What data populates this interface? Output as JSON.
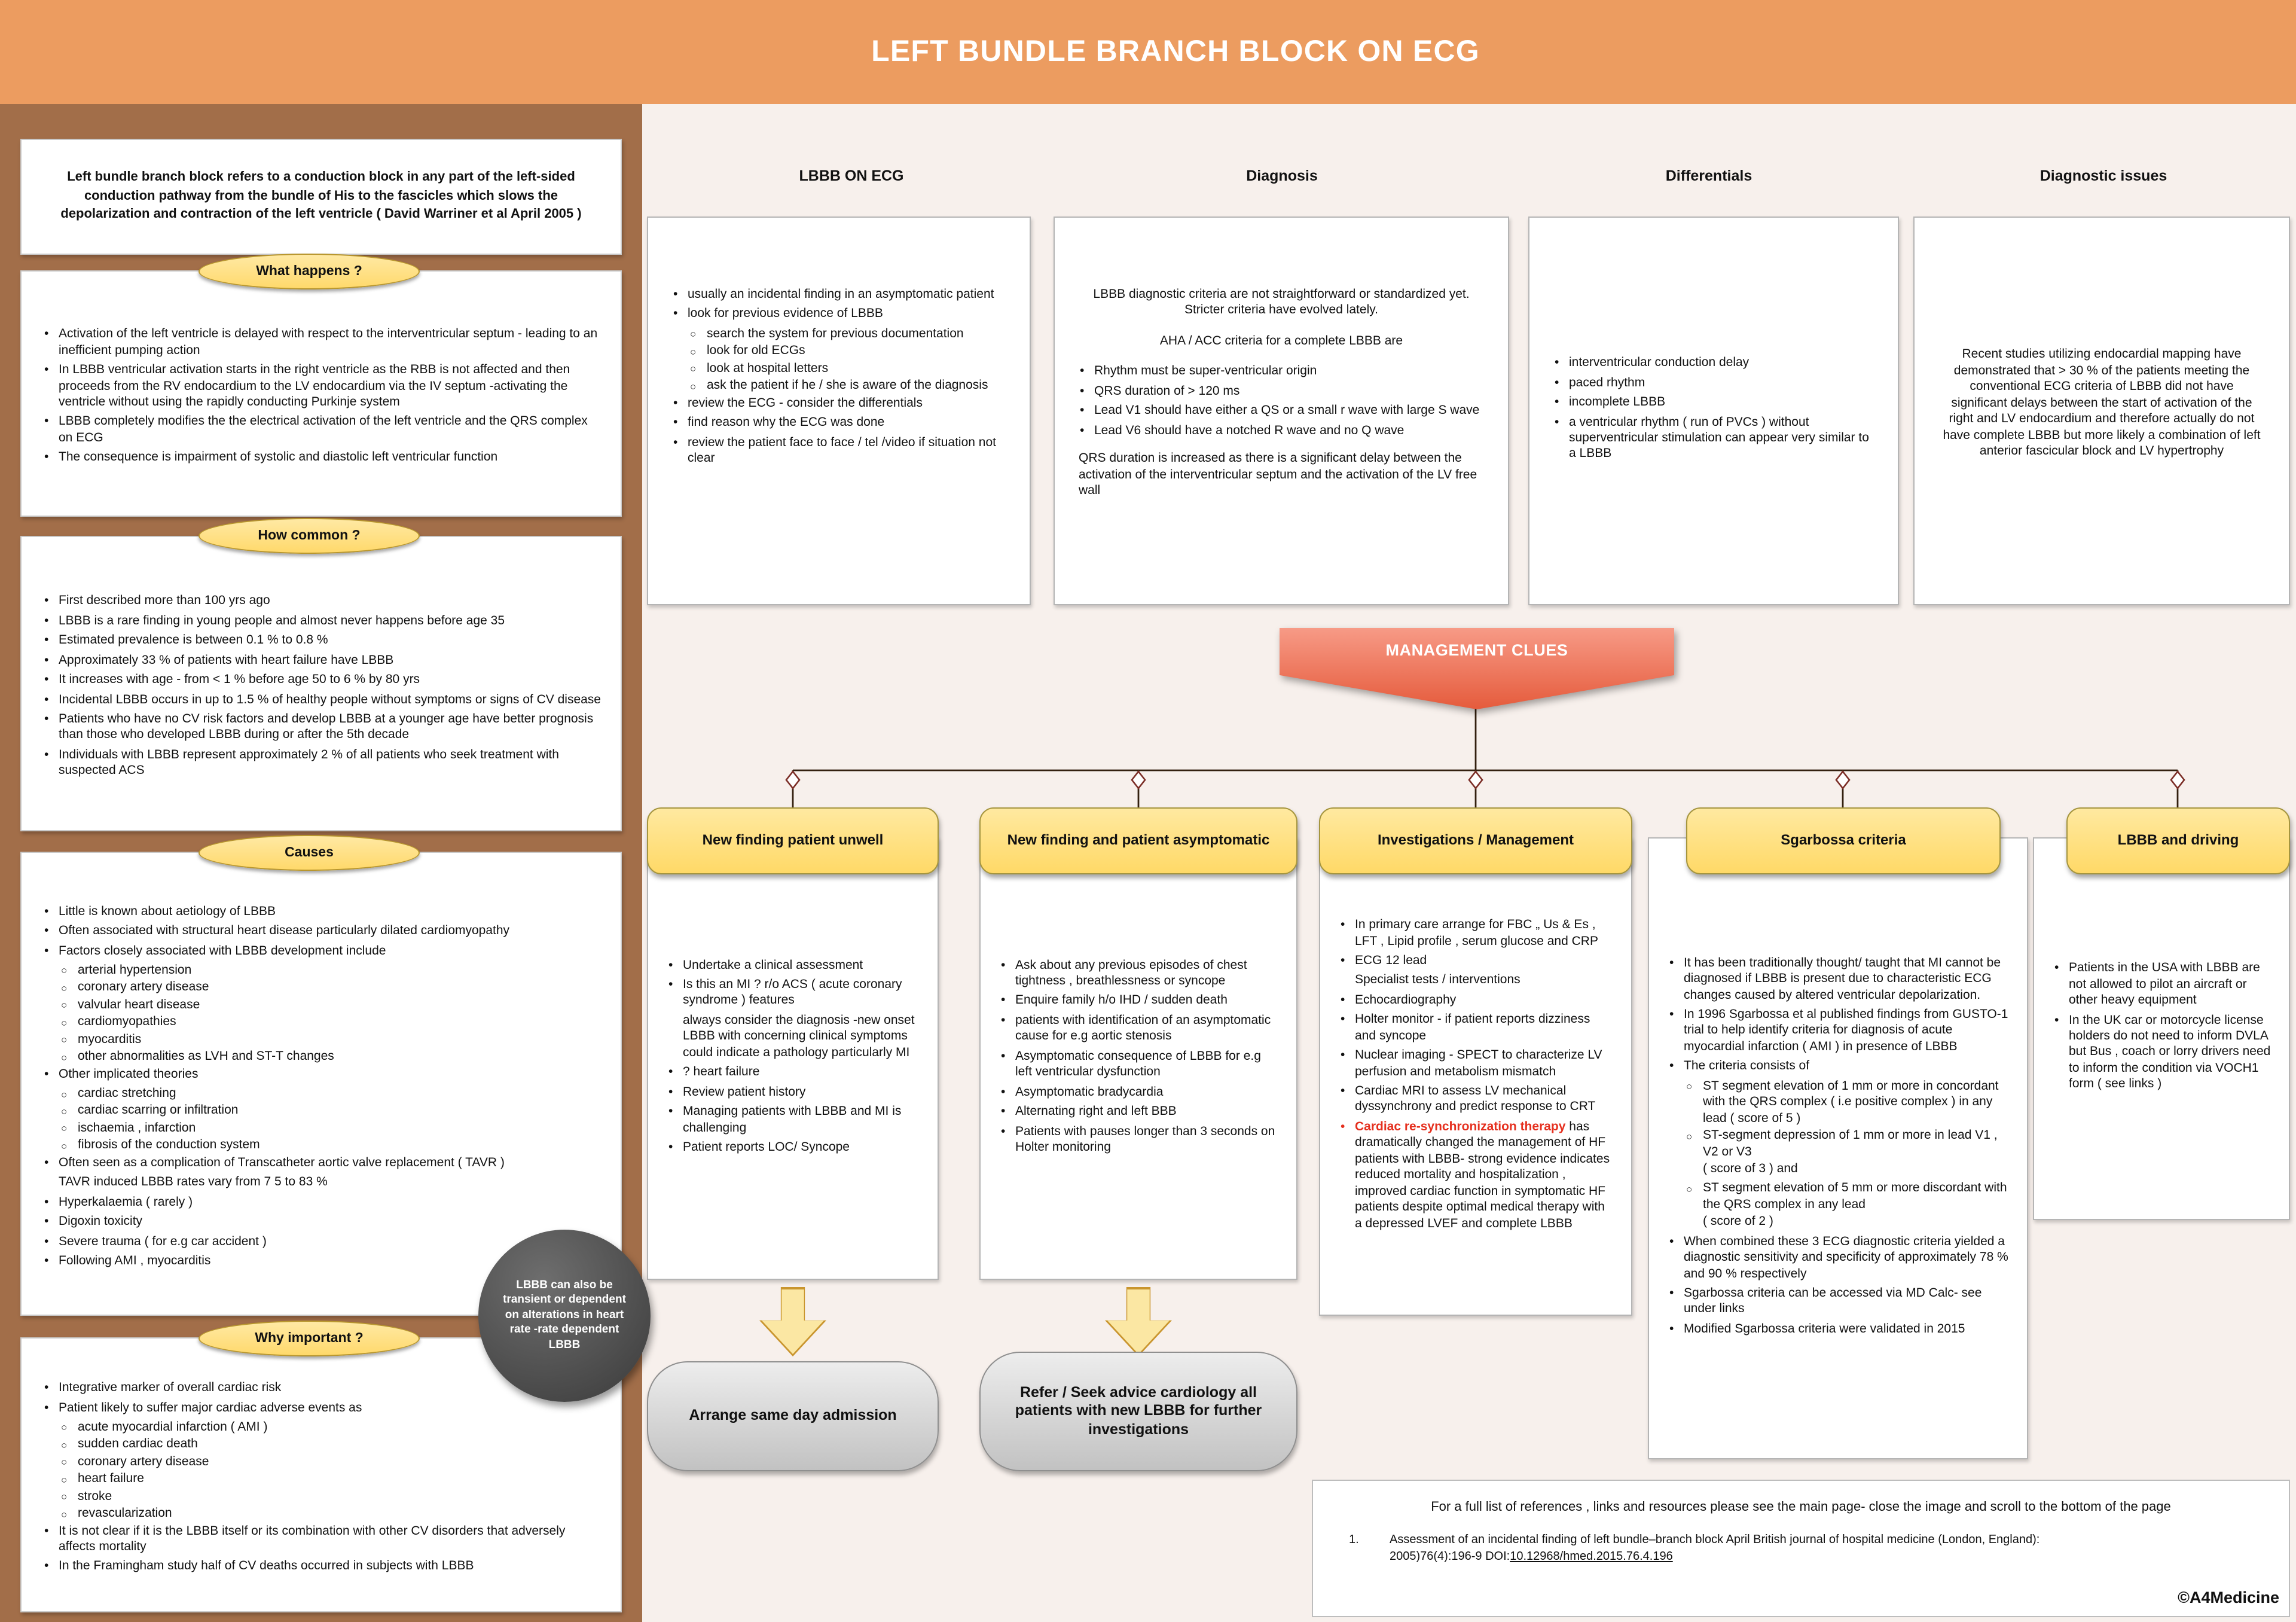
{
  "header": {
    "title": "LEFT BUNDLE BRANCH BLOCK ON ECG"
  },
  "colors": {
    "header_bg": "#EC9C60",
    "sidebar_bg": "#A26E49",
    "canvas_bg": "#F7F0EC",
    "pill_yellow": "#FFE083",
    "flow_yellow": "#FFDF7D",
    "banner_red": "#E85C40",
    "alert_text_red": "#E5301F"
  },
  "sidebar": {
    "intro": "Left bundle branch block refers to a conduction block in any part of the left-sided conduction  pathway from the bundle of His to the fascicles which slows the depolarization and contraction  of the left ventricle ( David Warriner et al April 2005 )",
    "note_circle": "LBBB can also be transient or dependent on alterations in  heart  rate -rate dependent LBBB",
    "sections": [
      {
        "label": "What happens ?",
        "items": [
          {
            "k": "b",
            "t": "Activation of the left ventricle is delayed with respect to the interventricular septum - leading to an inefficient pumping action"
          },
          {
            "k": "b",
            "t": "In LBBB ventricular activation starts in the right ventricle as the RBB is not affected and then proceeds from the RV endocardium to the LV endocardium via the IV septum -activating the ventricle without using the rapidly conducting Purkinje system"
          },
          {
            "k": "b",
            "t": "LBBB completely modifies the the electrical activation of the left ventricle and the QRS complex on ECG"
          },
          {
            "k": "b",
            "t": "The consequence is impairment of systolic and diastolic left ventricular function"
          }
        ]
      },
      {
        "label": "How common ?",
        "items": [
          {
            "k": "b",
            "t": "First described more than 100 yrs ago"
          },
          {
            "k": "b",
            "t": "LBBB is a rare finding in young people and almost never happens before age 35"
          },
          {
            "k": "b",
            "t": "Estimated prevalence is between 0.1 % to 0.8 %"
          },
          {
            "k": "b",
            "t": "Approximately 33 % of patients with heart failure have LBBB"
          },
          {
            "k": "b",
            "t": "It increases with age - from < 1 % before age 50 to 6 % by 80 yrs"
          },
          {
            "k": "b",
            "t": "Incidental LBBB occurs in up to 1.5 % of healthy people without symptoms or signs of CV disease"
          },
          {
            "k": "b",
            "t": "Patients who have no CV risk factors and develop LBBB at a younger age have better prognosis than those who developed LBBB during or after the 5th decade"
          },
          {
            "k": "b",
            "t": "Individuals with LBBB represent approximately 2 % of all patients who seek treatment with suspected ACS"
          }
        ]
      },
      {
        "label": "Causes",
        "items": [
          {
            "k": "b",
            "t": "Little is known about aetiology of LBBB"
          },
          {
            "k": "b",
            "t": "Often associated with structural heart disease particularly dilated cardiomyopathy"
          },
          {
            "k": "b",
            "t": "Factors closely associated with LBBB development include"
          },
          {
            "k": "s",
            "t": "arterial hypertension"
          },
          {
            "k": "s",
            "t": "coronary artery disease"
          },
          {
            "k": "s",
            "t": "valvular heart disease"
          },
          {
            "k": "s",
            "t": "cardiomyopathies"
          },
          {
            "k": "s",
            "t": "myocarditis"
          },
          {
            "k": "s",
            "t": "other abnormalities as LVH and ST-T changes"
          },
          {
            "k": "b",
            "t": "Other implicated theories"
          },
          {
            "k": "s",
            "t": "cardiac stretching"
          },
          {
            "k": "s",
            "t": "cardiac scarring or infiltration"
          },
          {
            "k": "s",
            "t": "ischaemia , infarction"
          },
          {
            "k": "s",
            "t": "fibrosis of the conduction system"
          },
          {
            "k": "b",
            "t": "Often seen as a complication of Transcatheter aortic valve replacement ( TAVR )"
          },
          {
            "k": "p",
            "t": "TAVR induced LBBB rates vary from 7 5 to 83 %"
          },
          {
            "k": "b",
            "t": "Hyperkalaemia ( rarely )"
          },
          {
            "k": "b",
            "t": "Digoxin toxicity"
          },
          {
            "k": "b",
            "t": "Severe trauma ( for e.g car accident )"
          },
          {
            "k": "b",
            "t": "Following AMI , myocarditis"
          }
        ]
      },
      {
        "label": "Why important ?",
        "items": [
          {
            "k": "b",
            "t": "Integrative marker of overall cardiac risk"
          },
          {
            "k": "b",
            "t": "Patient likely to suffer major cardiac adverse events as"
          },
          {
            "k": "s",
            "t": "acute myocardial infarction ( AMI )"
          },
          {
            "k": "s",
            "t": "sudden cardiac death"
          },
          {
            "k": "s",
            "t": "coronary artery disease"
          },
          {
            "k": "s",
            "t": "heart failure"
          },
          {
            "k": "s",
            "t": "stroke"
          },
          {
            "k": "s",
            "t": "revascularization"
          },
          {
            "k": "b",
            "t": "It is not clear if it is the LBBB itself  or  its combination with other CV  disorders that adversely affects mortality"
          },
          {
            "k": "b",
            "t": "In  the Framingham study half of CV deaths occurred in subjects with LBBB"
          }
        ]
      }
    ]
  },
  "columns": [
    {
      "title": "LBBB ON ECG",
      "items": [
        {
          "k": "b",
          "t": "usually an incidental finding in an asymptomatic patient"
        },
        {
          "k": "b",
          "t": "look for previous evidence of LBBB"
        },
        {
          "k": "s",
          "t": "search the system for previous documentation"
        },
        {
          "k": "s",
          "t": "look for old ECGs"
        },
        {
          "k": "s",
          "t": "look at hospital letters"
        },
        {
          "k": "s",
          "t": "ask the  patient if he / she is aware of the diagnosis"
        },
        {
          "k": "b",
          "t": "review the ECG - consider the differentials"
        },
        {
          "k": "b",
          "t": "find reason why the ECG was done"
        },
        {
          "k": "b",
          "t": "review the patient  face to face / tel /video if situation not clear"
        }
      ]
    },
    {
      "title": "Diagnosis",
      "items": [
        {
          "k": "c",
          "t": "LBBB diagnostic criteria are not straightforward or standardized yet. Stricter criteria have evolved lately."
        },
        {
          "k": "c",
          "t": "AHA / ACC criteria for a complete LBBB are"
        },
        {
          "k": "b",
          "t": "Rhythm must be super-ventricular  origin"
        },
        {
          "k": "b",
          "t": "QRS duration of > 120 ms"
        },
        {
          "k": "b",
          "t": "Lead V1 should have either a QS or a small r wave with large S wave"
        },
        {
          "k": "b",
          "t": "Lead V6 should have a notched R wave and no Q wave"
        },
        {
          "k": "pg",
          "t": "QRS duration is increased as there is a significant delay between the activation of the interventricular septum and the activation of the LV free wall"
        }
      ]
    },
    {
      "title": "Differentials",
      "items": [
        {
          "k": "b",
          "t": "interventricular conduction delay"
        },
        {
          "k": "b",
          "t": "paced rhythm"
        },
        {
          "k": "b",
          "t": "incomplete LBBB"
        },
        {
          "k": "b",
          "t": "a ventricular rhythm  ( run of PVCs  ) without superventricular stimulation can appear very similar to a LBBB"
        }
      ]
    },
    {
      "title": "Diagnostic issues",
      "items": [
        {
          "k": "c",
          "t": "Recent studies utilizing endocardial mapping have demonstrated that > 30 % of the patients meeting the conventional ECG criteria of LBBB did not have significant delays between the start of activation of the right and LV endocardium and therefore actually do not  have complete LBBB but more likely a combination of left anterior fascicular block and LV hypertrophy"
        }
      ]
    }
  ],
  "banner": {
    "label": "MANAGEMENT CLUES"
  },
  "flow": [
    {
      "title": "New finding patient unwell",
      "outcome": "Arrange same day admission",
      "items": [
        {
          "k": "b",
          "t": "Undertake a clinical assessment"
        },
        {
          "k": "b",
          "t": "Is this an MI ? r/o ACS ( acute coronary syndrome ) features"
        },
        {
          "k": "p",
          "t": "always consider the diagnosis -new onset LBBB with concerning clinical symptoms could indicate a  pathology particularly MI"
        },
        {
          "k": "b",
          "t": "? heart failure"
        },
        {
          "k": "b",
          "t": "Review patient history"
        },
        {
          "k": "b",
          "t": "Managing patients with LBBB and MI is challenging"
        },
        {
          "k": "b",
          "t": "Patient reports LOC/ Syncope"
        }
      ]
    },
    {
      "title": "New finding and patient asymptomatic",
      "outcome": "Refer / Seek advice cardiology all patients with new  LBBB for further investigations",
      "items": [
        {
          "k": "b",
          "t": "Ask about any previous episodes of chest tightness , breathlessness or syncope"
        },
        {
          "k": "b",
          "t": "Enquire family h/o IHD / sudden death"
        },
        {
          "k": "b",
          "t": "patients with identification of an asymptomatic cause for e.g aortic stenosis"
        },
        {
          "k": "b",
          "t": "Asymptomatic consequence of LBBB for e.g left ventricular dysfunction"
        },
        {
          "k": "b",
          "t": "Asymptomatic bradycardia"
        },
        {
          "k": "b",
          "t": "Alternating right and left BBB"
        },
        {
          "k": "b",
          "t": "Patients with pauses longer than 3 seconds on Holter monitoring"
        }
      ]
    },
    {
      "title": "Investigations / Management",
      "items": [
        {
          "k": "b",
          "t": "In primary care arrange for FBC „ Us & Es , LFT , Lipid profile , serum glucose and CRP"
        },
        {
          "k": "b",
          "t": "ECG 12 lead"
        },
        {
          "k": "p",
          "t": "Specialist tests / interventions"
        },
        {
          "k": "b",
          "t": "Echocardiography"
        },
        {
          "k": "b",
          "t": "Holter monitor - if patient reports dizziness and syncope"
        },
        {
          "k": "b",
          "t": "Nuclear imaging - SPECT to characterize LV perfusion and metabolism mismatch"
        },
        {
          "k": "b",
          "t": "Cardiac MRI to assess LV mechanical dyssynchrony and predict response to CRT"
        },
        {
          "k": "b",
          "red": "Cardiac  re-synchronization therapy",
          "t": " has dramatically changed the management of HF patients with LBBB- strong evidence indicates reduced mortality and hospitalization , improved cardiac function in symptomatic HF patients despite optimal medical therapy with a depressed LVEF and complete LBBB"
        }
      ]
    },
    {
      "title": "Sgarbossa criteria",
      "items": [
        {
          "k": "b",
          "t": "It has been traditionally thought/ taught that MI cannot be diagnosed if LBBB is present due to characteristic ECG changes caused by altered ventricular depolarization."
        },
        {
          "k": "b",
          "t": "In 1996  Sgarbossa et al published findings from GUSTO-1 trial to help identify criteria for diagnosis of acute myocardial infarction ( AMI ) in presence of LBBB"
        },
        {
          "k": "b",
          "t": "The  criteria consists of"
        },
        {
          "k": "s",
          "t": "ST segment elevation of 1 mm or more in concordant with  the QRS complex ( i.e positive complex ) in any lead ( score of 5 )"
        },
        {
          "k": "s",
          "t": "ST-segment depression of 1 mm or more in lead V1 , V2 or V3"
        },
        {
          "k": "ps",
          "t": "( score of 3 ) and"
        },
        {
          "k": "s",
          "t": "ST segment elevation of 5 mm or more discordant with the QRS complex in any lead"
        },
        {
          "k": "ps",
          "t": "( score of 2 )"
        },
        {
          "k": "b",
          "t": "When combined these 3 ECG  diagnostic criteria yielded a diagnostic  sensitivity and specificity of approximately 78 % and 90 % respectively"
        },
        {
          "k": "b",
          "t": "Sgarbossa criteria can be accessed via MD Calc- see under links"
        },
        {
          "k": "b",
          "t": "Modified Sgarbossa criteria were validated in 2015"
        }
      ]
    },
    {
      "title": "LBBB and driving",
      "items": [
        {
          "k": "b",
          "t": "Patients in the USA with LBBB are not allowed to pilot an aircraft or other heavy equipment"
        },
        {
          "k": "b",
          "t": "In the UK car or motorcycle license holders do not need to inform DVLA but Bus , coach or lorry drivers need to inform the condition via VOCH1 form ( see links )"
        }
      ]
    }
  ],
  "footer": {
    "note": "For a full list of references , links and resources please see the main page- close the image and scroll to the bottom of the page",
    "reference_number": "1.",
    "reference": "Assessment of an incidental finding of left bundle–branch block April British journal of hospital medicine (London, England): 2005)76(4):196-9 DOI:",
    "reference_doi": "10.12968/hmed.2015.76.4.196",
    "copyright": "©A4Medicine"
  }
}
